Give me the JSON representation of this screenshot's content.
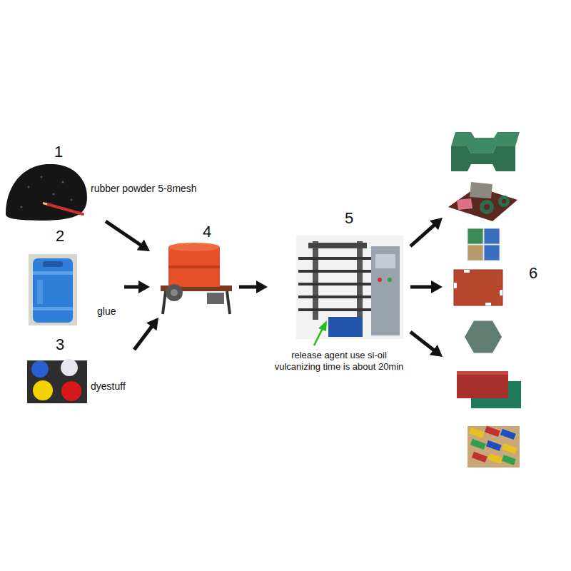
{
  "diagram": {
    "nodes": [
      {
        "text": [
          "1",
          "rubber powder 5-8mesh"
        ]
      },
      {
        "text": [
          "2",
          "glue"
        ]
      },
      {
        "text": [
          "3",
          "dyestuff"
        ]
      },
      {
        "text": [
          "4"
        ]
      },
      {
        "text": [
          "5",
          "release agent use si-oil vulcanizing time is about 20min"
        ]
      },
      {
        "text": [
          "6"
        ]
      }
    ],
    "edges": [
      {
        "from": 0,
        "to": 3,
        "arrow": "to"
      },
      {
        "from": 1,
        "to": 3,
        "arrow": "to"
      },
      {
        "from": 2,
        "to": 3,
        "arrow": "to"
      },
      {
        "from": 3,
        "to": 4,
        "arrow": "to"
      },
      {
        "from": 4,
        "to": 5,
        "arrow": "to"
      },
      {
        "from": 4,
        "to": 5,
        "arrow": "to"
      },
      {
        "from": 4,
        "to": 5,
        "arrow": "to"
      }
    ]
  }
}
